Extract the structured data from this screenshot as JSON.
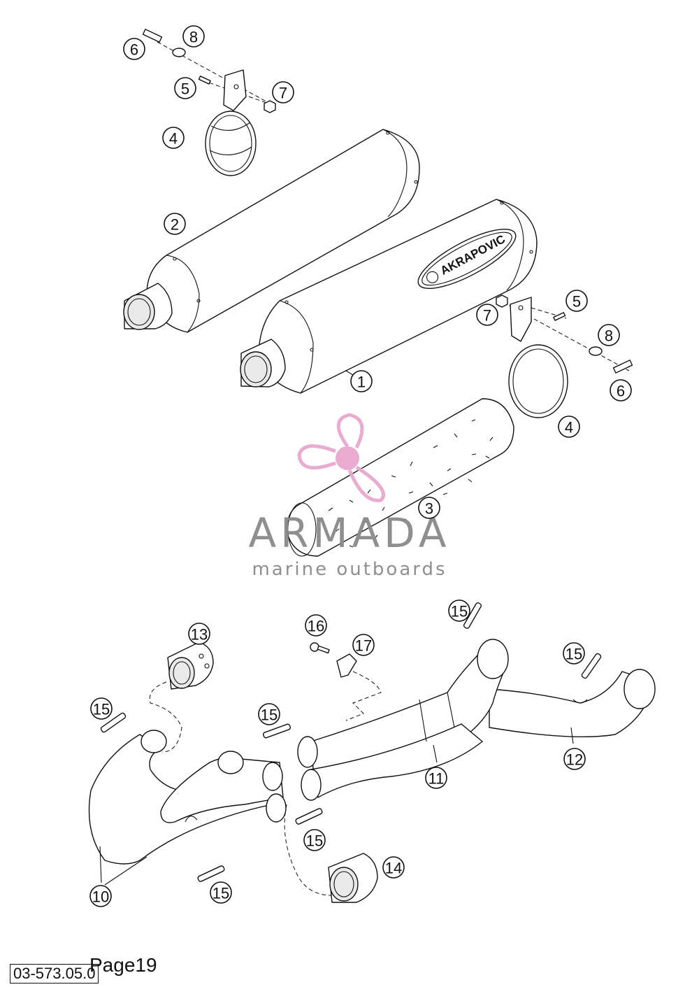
{
  "brand": {
    "muffler_logo": "AKRAPOVIC",
    "watermark_name": "ARMADA",
    "watermark_tagline": "marine outboards",
    "watermark_pink": "#e9a7cf",
    "watermark_gray": "#8a8a8a"
  },
  "callouts": [
    {
      "id": "c6a",
      "label": "6"
    },
    {
      "id": "c8a",
      "label": "8"
    },
    {
      "id": "c5a",
      "label": "5"
    },
    {
      "id": "c7a",
      "label": "7"
    },
    {
      "id": "c4a",
      "label": "4"
    },
    {
      "id": "c2",
      "label": "2"
    },
    {
      "id": "c7b",
      "label": "7"
    },
    {
      "id": "c5b",
      "label": "5"
    },
    {
      "id": "c8b",
      "label": "8"
    },
    {
      "id": "c6b",
      "label": "6"
    },
    {
      "id": "c1",
      "label": "1"
    },
    {
      "id": "c4b",
      "label": "4"
    },
    {
      "id": "c3",
      "label": "3"
    },
    {
      "id": "c13",
      "label": "13"
    },
    {
      "id": "c16",
      "label": "16"
    },
    {
      "id": "c17",
      "label": "17"
    },
    {
      "id": "c15a",
      "label": "15"
    },
    {
      "id": "c15b",
      "label": "15"
    },
    {
      "id": "c15c",
      "label": "15"
    },
    {
      "id": "c15d",
      "label": "15"
    },
    {
      "id": "c12",
      "label": "12"
    },
    {
      "id": "c11",
      "label": "11"
    },
    {
      "id": "c15e",
      "label": "15"
    },
    {
      "id": "c14",
      "label": "14"
    },
    {
      "id": "c10",
      "label": "10"
    },
    {
      "id": "c15f",
      "label": "15"
    }
  ],
  "footer": {
    "code": "03-573.05.0",
    "page": "Page19"
  }
}
